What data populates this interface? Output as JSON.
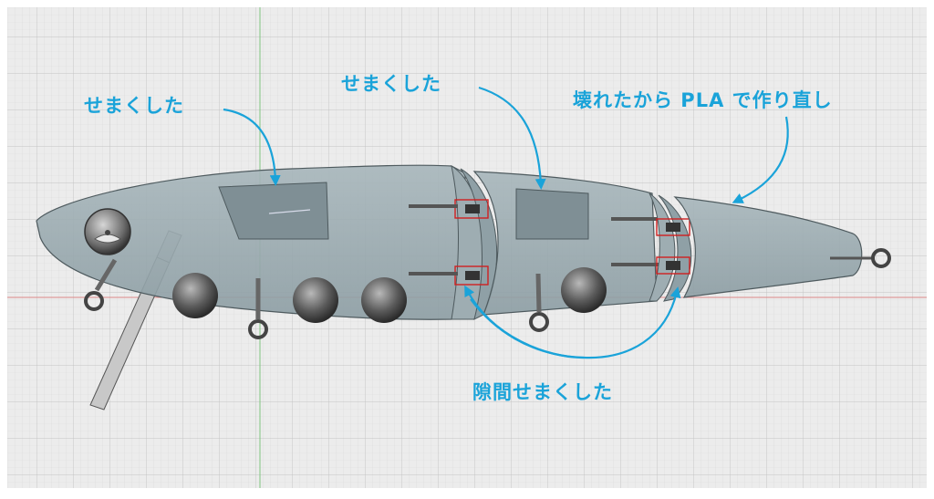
{
  "annotations": {
    "narrowed_1": "せまくした",
    "narrowed_2": "せまくした",
    "rebuilt_pla": "壊れたから PLA で作り直し",
    "gap_narrowed": "隙間せまくした"
  },
  "colors": {
    "background_grid": "#ececec",
    "body_fill": "#9aaab0",
    "annotation": "#1aa3d9",
    "highlight_box": "#d02020"
  },
  "icons": [
    "lure-eye-icon",
    "line-eye-icon",
    "split-ring-icon",
    "weight-ball-icon"
  ]
}
